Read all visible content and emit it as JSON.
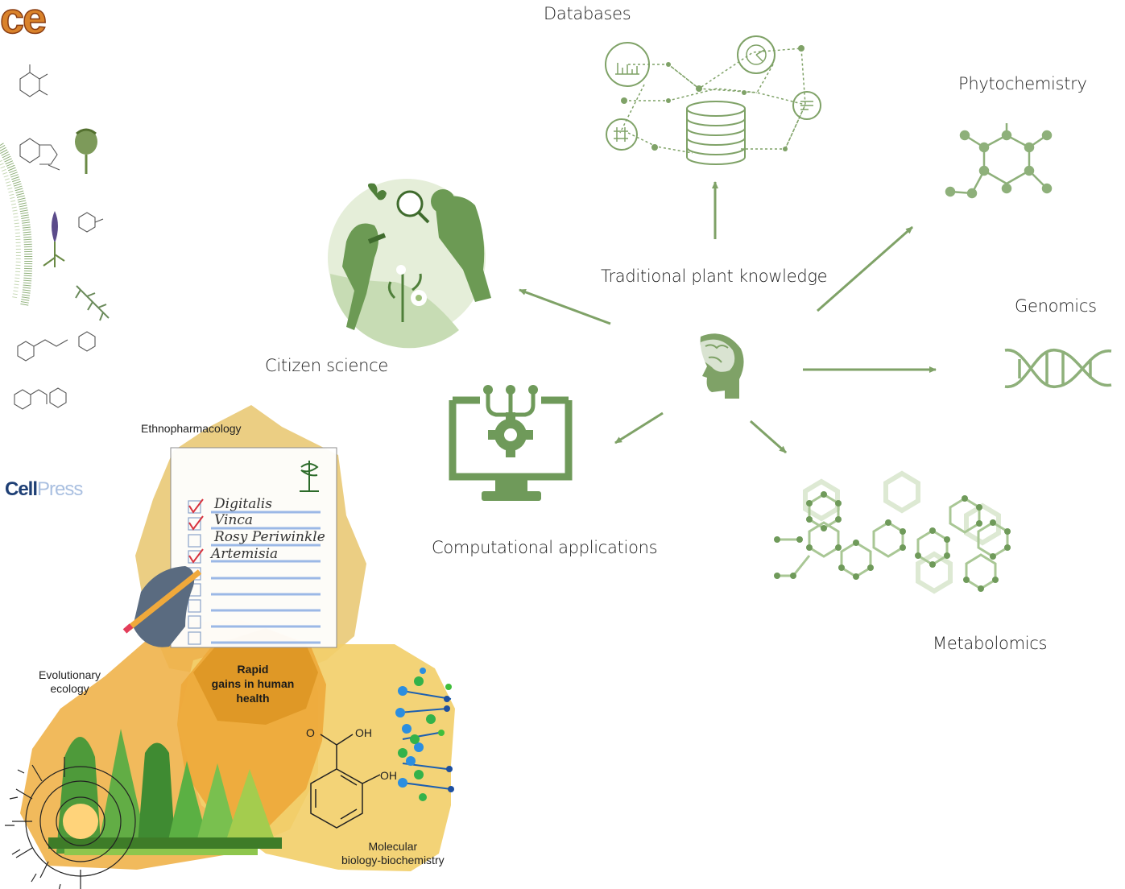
{
  "diagram": {
    "center": {
      "icon": "brain-head-icon"
    },
    "nodes": {
      "databases": {
        "label": "Databases",
        "icon": "database-network-icon"
      },
      "phytochemistry": {
        "label": "Phytochemistry",
        "icon": "molecule-icon"
      },
      "traditional_knowledge": {
        "label": "Traditional plant knowledge"
      },
      "genomics": {
        "label": "Genomics",
        "icon": "dna-helix-icon"
      },
      "citizen_science": {
        "label": "Citizen science",
        "icon": "people-exploring-nature-icon"
      },
      "computational": {
        "label": "Computational applications",
        "icon": "computer-network-gear-icon"
      },
      "metabolomics": {
        "label": "Metabolomics",
        "icon": "metabolite-network-icon"
      }
    },
    "arrow_color": "#7fa267",
    "icon_color": "#7fa267"
  },
  "left_figure": {
    "logo_fragment": "ce",
    "publisher": {
      "part1": "Cell",
      "part2": "Press"
    },
    "ethnopharmacology": "Ethnopharmacology",
    "evolutionary_ecology": {
      "line1": "Evolutionary",
      "line2": "ecology"
    },
    "molecular_biology": {
      "line1": "Molecular",
      "line2": "biology-biochemistry"
    },
    "center": {
      "line1": "Rapid",
      "line2": "gains in human",
      "line3": "health"
    },
    "checklist": [
      "Digitalis",
      "Vinca",
      "Rosy Periwinkle",
      "Artemisia"
    ],
    "chem": {
      "oh1": "OH",
      "oh2": "OH",
      "o": "O"
    }
  }
}
